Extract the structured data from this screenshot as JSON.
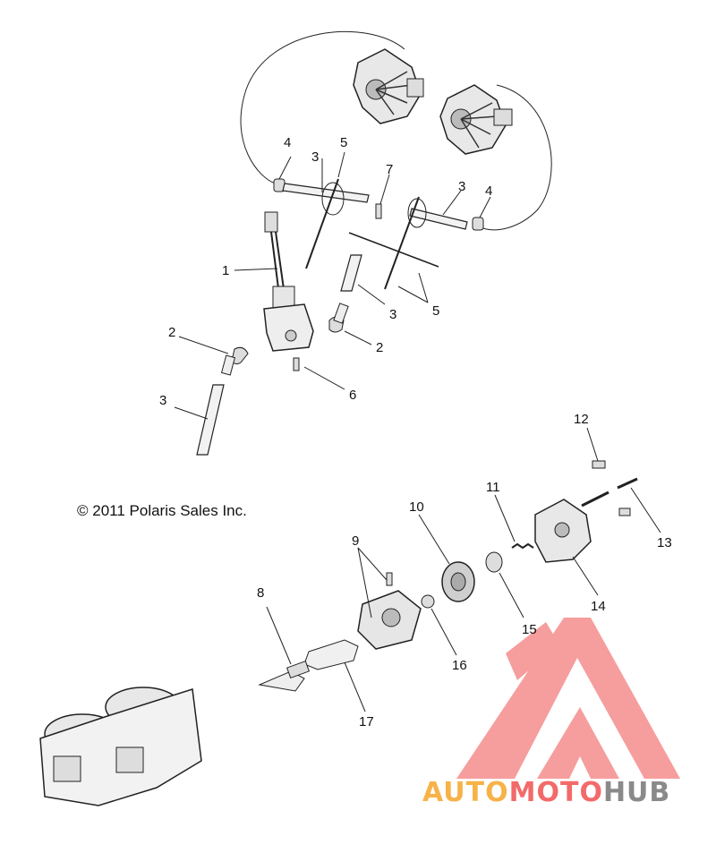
{
  "copyright": "© 2011 Polaris Sales Inc.",
  "watermark": {
    "part1": "AUTO",
    "part2": "MOTO",
    "part3": "HUB",
    "color_orange": "#f7b248",
    "color_red": "#f36a6a",
    "color_gray": "#8a8a8a"
  },
  "callouts": [
    "1",
    "2",
    "2",
    "3",
    "3",
    "3",
    "3",
    "4",
    "4",
    "5",
    "5",
    "6",
    "7",
    "8",
    "9",
    "10",
    "11",
    "12",
    "13",
    "14",
    "15",
    "16",
    "17"
  ]
}
